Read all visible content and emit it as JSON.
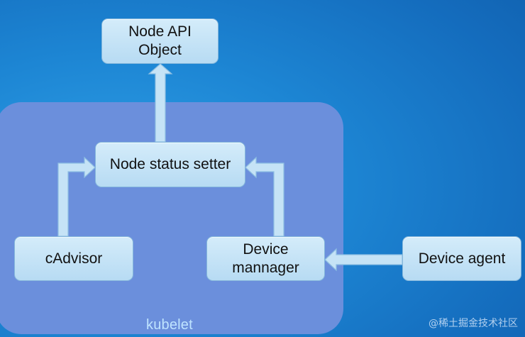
{
  "diagram": {
    "container_label": "kubelet",
    "nodes": {
      "api_object": "Node API\nObject",
      "status_setter": "Node status setter",
      "cadvisor": "cAdvisor",
      "device_manager": "Device\nmannager",
      "device_agent": "Device agent"
    }
  },
  "watermark": "@稀土掘金技术社区",
  "colors": {
    "background": "#1d86d4",
    "kubelet_panel": "#6b8fdc",
    "box_fill": "#c5e3f6",
    "box_border": "#86b8dc"
  }
}
